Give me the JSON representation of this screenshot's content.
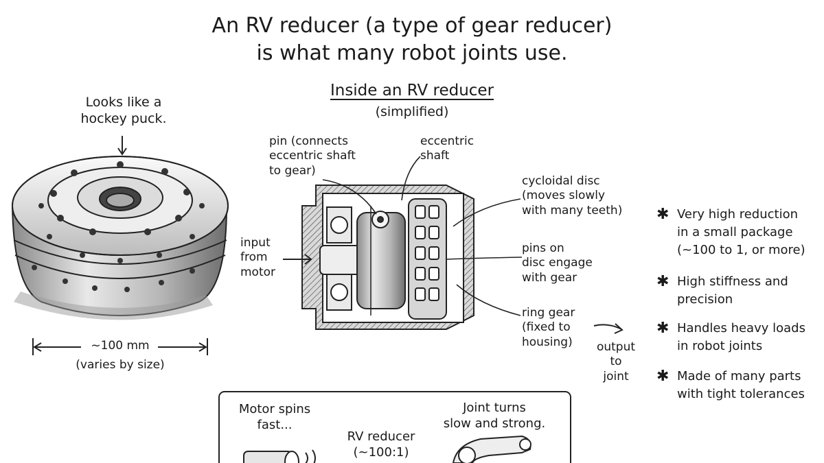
{
  "title": "An RV reducer (a type of gear reducer)\nis what many robot joints use.",
  "puck": {
    "caption": "Looks like a\nhockey puck.",
    "size": "~100 mm",
    "size_note": "(varies by size)"
  },
  "diagram": {
    "title": "Inside an RV reducer",
    "subtitle": "(simplified)",
    "labels": {
      "pin": "pin (connects\neccentric shaft\nto gear)",
      "eccentric": "eccentric\nshaft",
      "cycloidal": "cycloidal disc\n(moves slowly\nwith many teeth)",
      "pins_on_disc": "pins on\ndisc engage\nwith gear",
      "ring_gear": "ring gear\n(fixed to\nhousing)",
      "input": "input\nfrom\nmotor",
      "output": "output\nto\njoint"
    }
  },
  "features": [
    "Very high reduction\nin a small package\n(~100 to 1, or more)",
    "High stiffness and\nprecision",
    "Handles heavy loads\nin robot joints",
    "Made of many parts\nwith tight tolerances"
  ],
  "bottom_box": {
    "motor": "Motor spins\nfast...",
    "reducer": "RV reducer\n(~100:1)",
    "joint": "Joint turns\nslow and strong."
  },
  "icons": [
    "arrow-down-icon",
    "arrow-right-icon",
    "asterisk-icon",
    "motor-icon",
    "robot-arm-icon"
  ]
}
